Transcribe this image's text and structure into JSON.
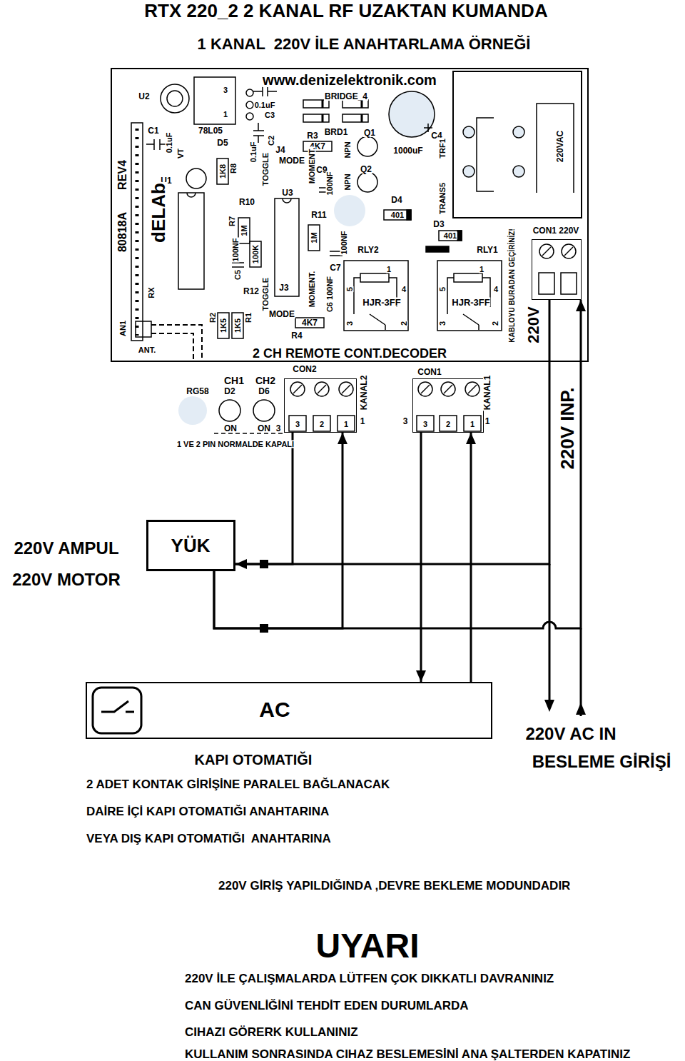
{
  "diagram": {
    "title": "RTX 220_2 2 KANAL RF UZAKTAN KUMANDA",
    "nodes": [
      {
        "text": [
          "www.denizelektronik.com",
          "2 CH REMOTE CONT.DECODER"
        ]
      },
      {
        "text": [
          "CON1 220V"
        ],
        "in": 0
      },
      {
        "text": [
          "CON2"
        ]
      },
      {
        "text": [
          "CON1"
        ]
      },
      {
        "text": [
          "YÜK"
        ]
      },
      {
        "text": [
          "AC"
        ]
      }
    ],
    "edges": [
      {
        "from": 2,
        "to": 4,
        "arrow": "to"
      },
      {
        "from": 4,
        "to": 2,
        "arrow": "to"
      },
      {
        "from": 1,
        "to": 4,
        "arrow": "none"
      },
      {
        "from": 3,
        "to": 5,
        "arrow": "to"
      },
      {
        "from": 5,
        "to": 3,
        "arrow": "to"
      },
      {
        "from": 4,
        "to": 1,
        "arrow": "to"
      }
    ],
    "labels": [
      "1 KANAL  220V İLE ANAHTARLAMA ÖRNEĞİ",
      "U2",
      "3",
      "1",
      "0.1uF",
      "C3",
      "BRIDGE_4",
      "BRD1",
      "C1",
      "78L05",
      "0.1uF",
      "VT",
      "D5",
      "R3",
      "4K7",
      "Q1",
      "C4",
      "TRF1",
      "1000uF",
      "220VAC",
      "C2",
      "0.1uF",
      "J4",
      "MODE",
      "TOGGLE",
      "MOMENT.",
      "C9",
      "100NF",
      "NPN",
      "NPN",
      "Q2",
      "1K8",
      "R8",
      "U1",
      "REV4",
      "U3",
      "R10",
      "D4",
      "401",
      "TRANS5",
      "R11",
      "dELAb",
      "80818A",
      "R7",
      "1M",
      "D3",
      "401",
      "1M",
      "100NF",
      "100NF",
      "C5",
      "100K",
      "RLY2",
      "RLY1",
      "KABLOYU BURADAN GEÇİRİNİZ!",
      "C7",
      "1",
      "5",
      "4",
      "HJR-3FF",
      "2",
      "3",
      "1",
      "5",
      "4",
      "HJR-3FF",
      "2",
      "3",
      "MOMENT.",
      "C6 100NF",
      "J3",
      "R12",
      "TOGGLE",
      "RX",
      "220V",
      "MODE",
      "4K7",
      "R4",
      "R2",
      "1K5",
      "1K5",
      "R1",
      "AN1",
      "ANT.",
      "CH1",
      "CH2",
      "RG58",
      "D2",
      "D6",
      "KANAL2",
      "KANAL1",
      "ON",
      "ON",
      "3",
      "3",
      "2",
      "1",
      "1",
      "3",
      "2",
      "1",
      "3",
      "1",
      "220V INP.",
      "1 VE 2 PIN NORMALDE KAPALI",
      "220V AMPUL",
      "220V MOTOR",
      "KAPI OTOMATIĞI",
      "2 ADET KONTAK GİRİŞİNE PARALEL BAĞLANACAK",
      "DAİRE İÇİ KAPI OTOMATIĞI ANAHTARINA",
      "VEYA DIŞ KAPI OTOMATIĞI  ANAHTARINA",
      "220V AC IN",
      "BESLEME GİRİŞİ",
      "220V GİRİŞ YAPILDIĞINDA ,DEVRE BEKLEME MODUNDADIR",
      "UYARI",
      "220V İLE ÇALIŞMALARDA LÜTFEN ÇOK DIKKATLI DAVRANINIZ",
      "CAN GÜVENLİĞİNİ TEHDİT EDEN DURUMLARDA",
      "CIHAZI GÖRERK KULLANINIZ",
      "KULLANIM SONRASINDA CIHAZ BESLEMESİNİ ANA ŞALTERDEN KAPATINIZ"
    ]
  }
}
